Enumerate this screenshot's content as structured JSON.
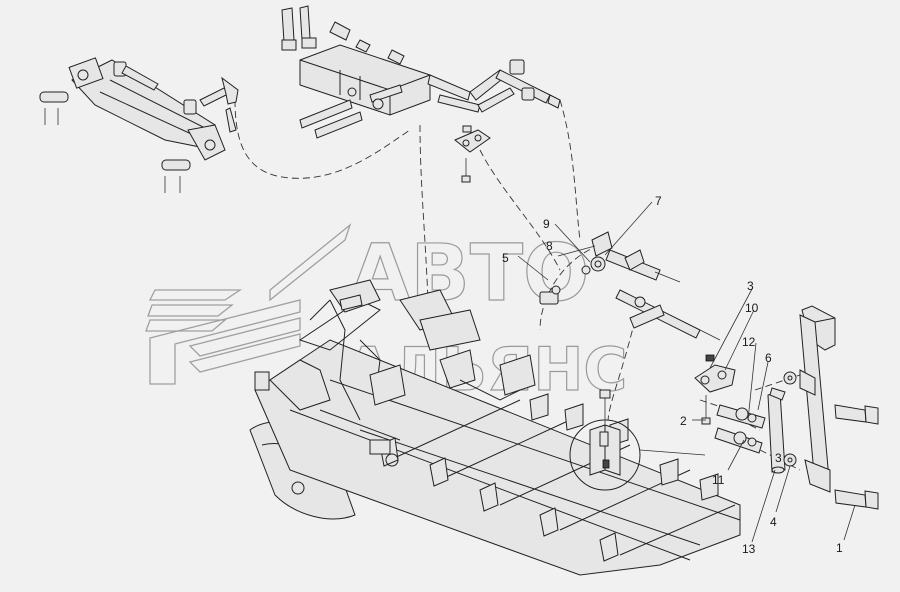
{
  "watermark": {
    "line1": "АВТО",
    "line2": "АЛЬЯНС"
  },
  "colors": {
    "background": "#f1f1f1",
    "line": "#222222",
    "watermark": "#9a9a9a"
  },
  "callouts": [
    {
      "id": "1",
      "label": "1"
    },
    {
      "id": "2",
      "label": "2"
    },
    {
      "id": "3a",
      "label": "3"
    },
    {
      "id": "3b",
      "label": "3"
    },
    {
      "id": "4",
      "label": "4"
    },
    {
      "id": "5",
      "label": "5"
    },
    {
      "id": "6",
      "label": "6"
    },
    {
      "id": "7",
      "label": "7"
    },
    {
      "id": "8",
      "label": "8"
    },
    {
      "id": "9",
      "label": "9"
    },
    {
      "id": "10",
      "label": "10"
    },
    {
      "id": "11",
      "label": "11"
    },
    {
      "id": "12",
      "label": "12"
    },
    {
      "id": "13",
      "label": "13"
    }
  ]
}
